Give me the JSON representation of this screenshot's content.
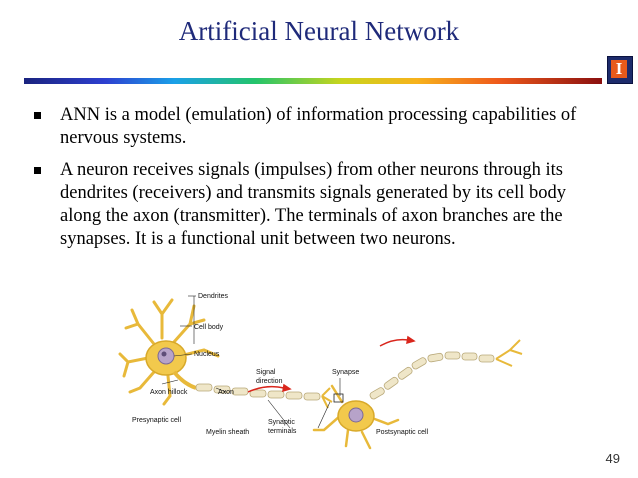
{
  "slide": {
    "title": "Artificial Neural Network",
    "page_number": "49",
    "logo_letter": "I"
  },
  "bullets": [
    "ANN is a model (emulation) of information processing capabilities of nervous systems.",
    "A neuron receives signals (impulses) from other neurons through its dendrites (receivers) and transmits signals generated by its cell body along the axon (transmitter). The terminals of axon branches are the synapses. It is a functional unit between two neurons."
  ],
  "diagram": {
    "labels": {
      "dendrites": "Dendrites",
      "cell_body": "Cell body",
      "nucleus": "Nucleus",
      "axon_hillock": "Axon hillock",
      "axon": "Axon",
      "signal_direction_1": "Signal",
      "signal_direction_2": "direction",
      "synapse": "Synapse",
      "presynaptic_cell": "Presynaptic cell",
      "myelin_sheath": "Myelin sheath",
      "synaptic_terminals_1": "Synaptic",
      "synaptic_terminals_2": "terminals",
      "postsynaptic_cell": "Postsynaptic cell"
    }
  },
  "colors": {
    "title": "#1f2a7a",
    "neuron_fill": "#f2c94c",
    "myelin": "#efe6c8",
    "arrow": "#d9261c"
  }
}
